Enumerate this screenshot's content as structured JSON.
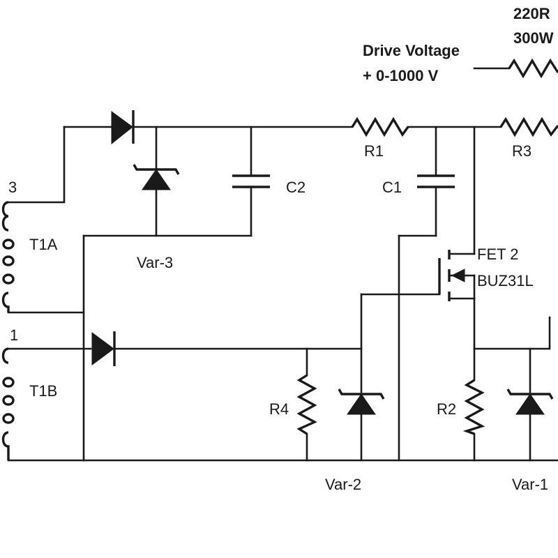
{
  "labels": {
    "drive_line1": "Drive Voltage",
    "drive_line2": "+ 0-1000 V",
    "res_top_line1": "220R",
    "res_top_line2": "300W",
    "r1": "R1",
    "r2": "R2",
    "r3": "R3",
    "r4": "R4",
    "c1": "C1",
    "c2": "C2",
    "t1a": "T1A",
    "t1b": "T1B",
    "pin3": "3",
    "pin1": "1",
    "fet_line1": "FET 2",
    "fet_line2": "BUZ31L",
    "var1": "Var-1",
    "var2": "Var-2",
    "var3": "Var-3"
  },
  "colors": {
    "ink": "#1a1a1a",
    "background": "#ffffff"
  }
}
